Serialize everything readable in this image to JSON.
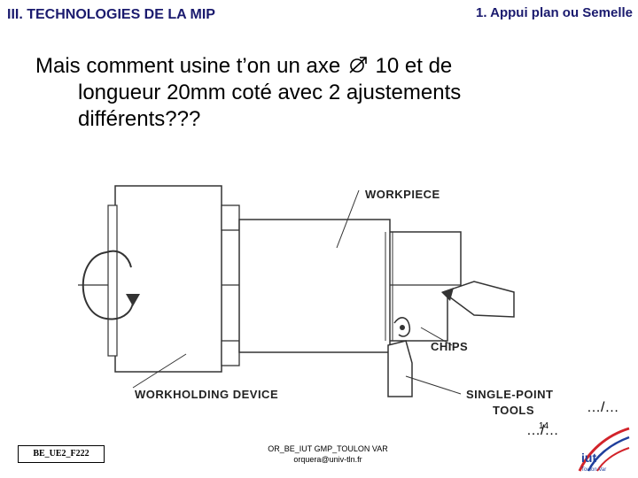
{
  "header": {
    "section_title": "III. TECHNOLOGIES DE LA MIP",
    "subsection_title": "1.   Appui plan ou Semelle"
  },
  "question": {
    "line1": "Mais comment usine t’on un axe  ↗̸ 10 et de",
    "line1_a": "Mais comment usine t’on un axe",
    "line1_b": "10 et de",
    "line2": "longueur 20mm coté avec 2 ajustements",
    "line3": "différents???"
  },
  "diagram": {
    "labels": {
      "workpiece": "WORKPIECE",
      "chips": "CHIPS",
      "workholding": "WORKHOLDING DEVICE",
      "tool_line1": "SINGLE-POINT",
      "tool_line2": "TOOLS"
    }
  },
  "continuation": {
    "first": "…/…",
    "second": "…/…"
  },
  "footer": {
    "ref": "BE_UE2_F222",
    "line1": "OR_BE_IUT GMP_TOULON VAR",
    "line2": "orquera@univ-tln.fr",
    "page_number": "14",
    "logo_text": "iut",
    "logo_sub": "Toulon Var"
  },
  "colors": {
    "title_color": "#1a1a6e",
    "logo_blue": "#1f3f9c",
    "logo_red": "#d2232a"
  }
}
